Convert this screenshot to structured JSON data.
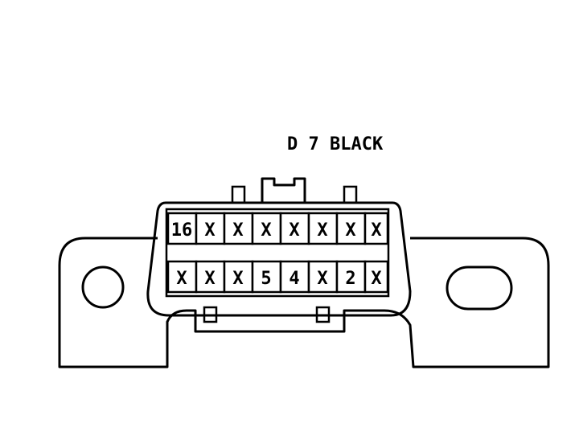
{
  "connector": {
    "label": "D 7 BLACK",
    "top_row": [
      "16",
      "X",
      "X",
      "X",
      "X",
      "X",
      "X",
      "X"
    ],
    "bottom_row": [
      "X",
      "X",
      "X",
      "5",
      "4",
      "X",
      "2",
      "X"
    ]
  }
}
